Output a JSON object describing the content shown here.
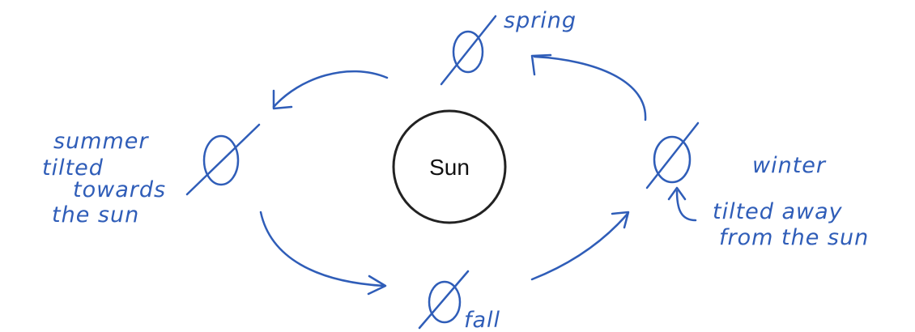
{
  "colors": {
    "ink": "#2f5db8",
    "sun_outline": "#222222",
    "background": "#ffffff"
  },
  "center": {
    "label": "Sun"
  },
  "positions": {
    "spring": {
      "label": "spring"
    },
    "summer": {
      "label": "summer",
      "note_lines": [
        "tilted",
        "towards",
        "the sun"
      ]
    },
    "fall": {
      "label": "fall"
    },
    "winter": {
      "label": "winter",
      "note_lines": [
        "tilted away",
        "from the sun"
      ]
    }
  }
}
